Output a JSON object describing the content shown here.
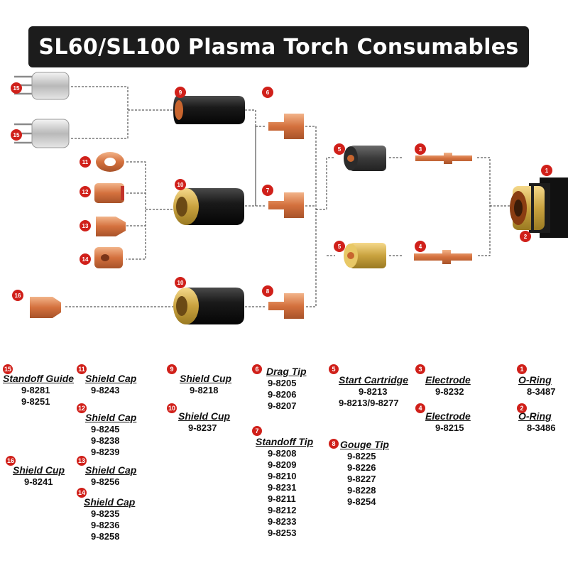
{
  "header": {
    "title": "SL60/SL100 Plasma Torch Consumables"
  },
  "badges": [
    "15",
    "15",
    "11",
    "12",
    "13",
    "14",
    "16",
    "9",
    "10",
    "10",
    "6",
    "7",
    "8",
    "5",
    "5",
    "3",
    "4",
    "1",
    "2"
  ],
  "legend": [
    {
      "num": "15",
      "name": "Standoff Guide",
      "codes": [
        "9-8281",
        "9-8251"
      ]
    },
    {
      "num": "11",
      "name": "Shield Cap",
      "codes": [
        "9-8243"
      ]
    },
    {
      "num": "12",
      "name": "Shield Cap",
      "codes": [
        "9-8245",
        "9-8238",
        "9-8239"
      ]
    },
    {
      "num": "16",
      "name": "Shield Cup",
      "codes": [
        "9-8241"
      ]
    },
    {
      "num": "13",
      "name": "Shield Cap",
      "codes": [
        "9-8256"
      ]
    },
    {
      "num": "14",
      "name": "Shield Cap",
      "codes": [
        "9-8235",
        "9-8236",
        "9-8258"
      ]
    },
    {
      "num": "9",
      "name": "Shield Cup",
      "codes": [
        "9-8218"
      ]
    },
    {
      "num": "10",
      "name": "Shield Cup",
      "codes": [
        "9-8237"
      ]
    },
    {
      "num": "6",
      "name": "Drag Tip",
      "codes": [
        "9-8205",
        "9-8206",
        "9-8207"
      ]
    },
    {
      "num": "7",
      "name": "Standoff Tip",
      "codes": [
        "9-8208",
        "9-8209",
        "9-8210",
        "9-8231",
        "9-8211",
        "9-8212",
        "9-8233",
        "9-8253"
      ]
    },
    {
      "num": "5",
      "name": "Start Cartridge",
      "codes": [
        "9-8213",
        "9-8213/9-8277"
      ]
    },
    {
      "num": "8",
      "name": "Gouge Tip",
      "codes": [
        "9-8225",
        "9-8226",
        "9-8227",
        "9-8228",
        "9-8254"
      ]
    },
    {
      "num": "3",
      "name": "Electrode",
      "codes": [
        "9-8232"
      ]
    },
    {
      "num": "4",
      "name": "Electrode",
      "codes": [
        "9-8215"
      ]
    },
    {
      "num": "1",
      "name": "O-Ring",
      "codes": [
        "8-3487"
      ]
    },
    {
      "num": "2",
      "name": "O-Ring",
      "codes": [
        "8-3486"
      ]
    }
  ]
}
